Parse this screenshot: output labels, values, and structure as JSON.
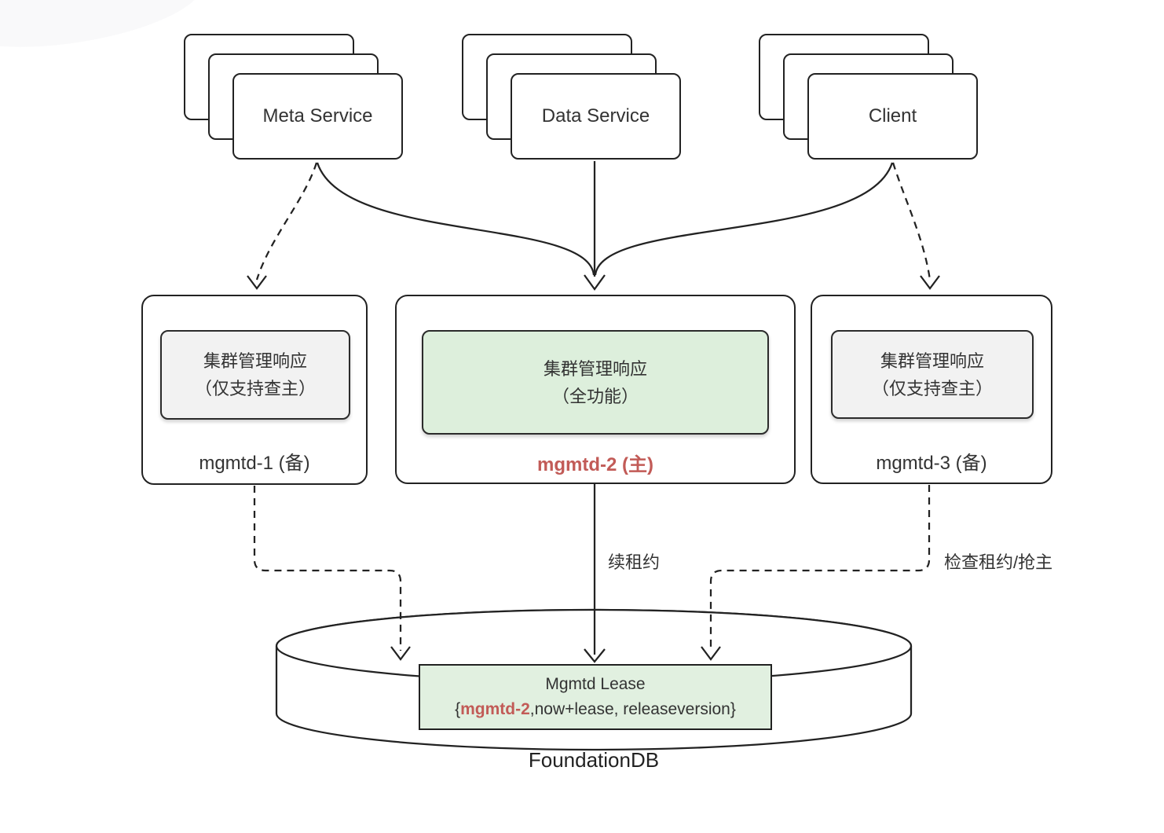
{
  "colors": {
    "line": "#222222",
    "text": "#333333",
    "leader_red": "#c25b57",
    "leader_green_fill": "#ddefdc",
    "backup_gray_fill": "#f2f2f2",
    "lease_green_fill": "#e1f0e0",
    "background": "#ffffff"
  },
  "stacks": [
    {
      "id": "meta-service",
      "label": "Meta Service"
    },
    {
      "id": "data-service",
      "label": "Data Service"
    },
    {
      "id": "client",
      "label": "Client"
    }
  ],
  "nodes": [
    {
      "id": "mgmtd-1",
      "box_line1": "集群管理响应",
      "box_line2": "（仅支持查主）",
      "label": "mgmtd-1 (备)",
      "role": "backup"
    },
    {
      "id": "mgmtd-2",
      "box_line1": "集群管理响应",
      "box_line2": "（全功能）",
      "label": "mgmtd-2 (主)",
      "role": "leader"
    },
    {
      "id": "mgmtd-3",
      "box_line1": "集群管理响应",
      "box_line2": "（仅支持查主）",
      "label": "mgmtd-3 (备)",
      "role": "backup"
    }
  ],
  "edge_labels": {
    "renew": "续租约",
    "check": "检查租约/抢主"
  },
  "database": {
    "name": "FoundationDB",
    "lease_title": "Mgmtd Lease",
    "lease_open": "{",
    "lease_leader": "mgmtd-2",
    "lease_rest": ",now+lease, releaseversion}"
  }
}
